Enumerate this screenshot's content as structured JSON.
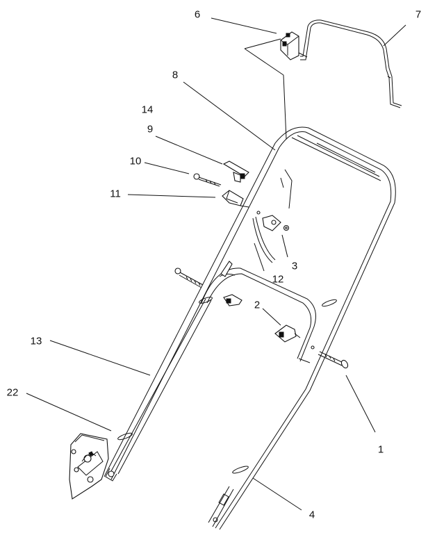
{
  "callouts": [
    {
      "id": "c1",
      "label": "1"
    },
    {
      "id": "c2",
      "label": "2"
    },
    {
      "id": "c3",
      "label": "3"
    },
    {
      "id": "c4",
      "label": "4"
    },
    {
      "id": "c6",
      "label": "6"
    },
    {
      "id": "c7",
      "label": "7"
    },
    {
      "id": "c8",
      "label": "8"
    },
    {
      "id": "c9",
      "label": "9"
    },
    {
      "id": "c10",
      "label": "10"
    },
    {
      "id": "c11",
      "label": "11"
    },
    {
      "id": "c12",
      "label": "12"
    },
    {
      "id": "c13",
      "label": "13"
    },
    {
      "id": "c14",
      "label": "14"
    },
    {
      "id": "c22",
      "label": "22"
    }
  ]
}
